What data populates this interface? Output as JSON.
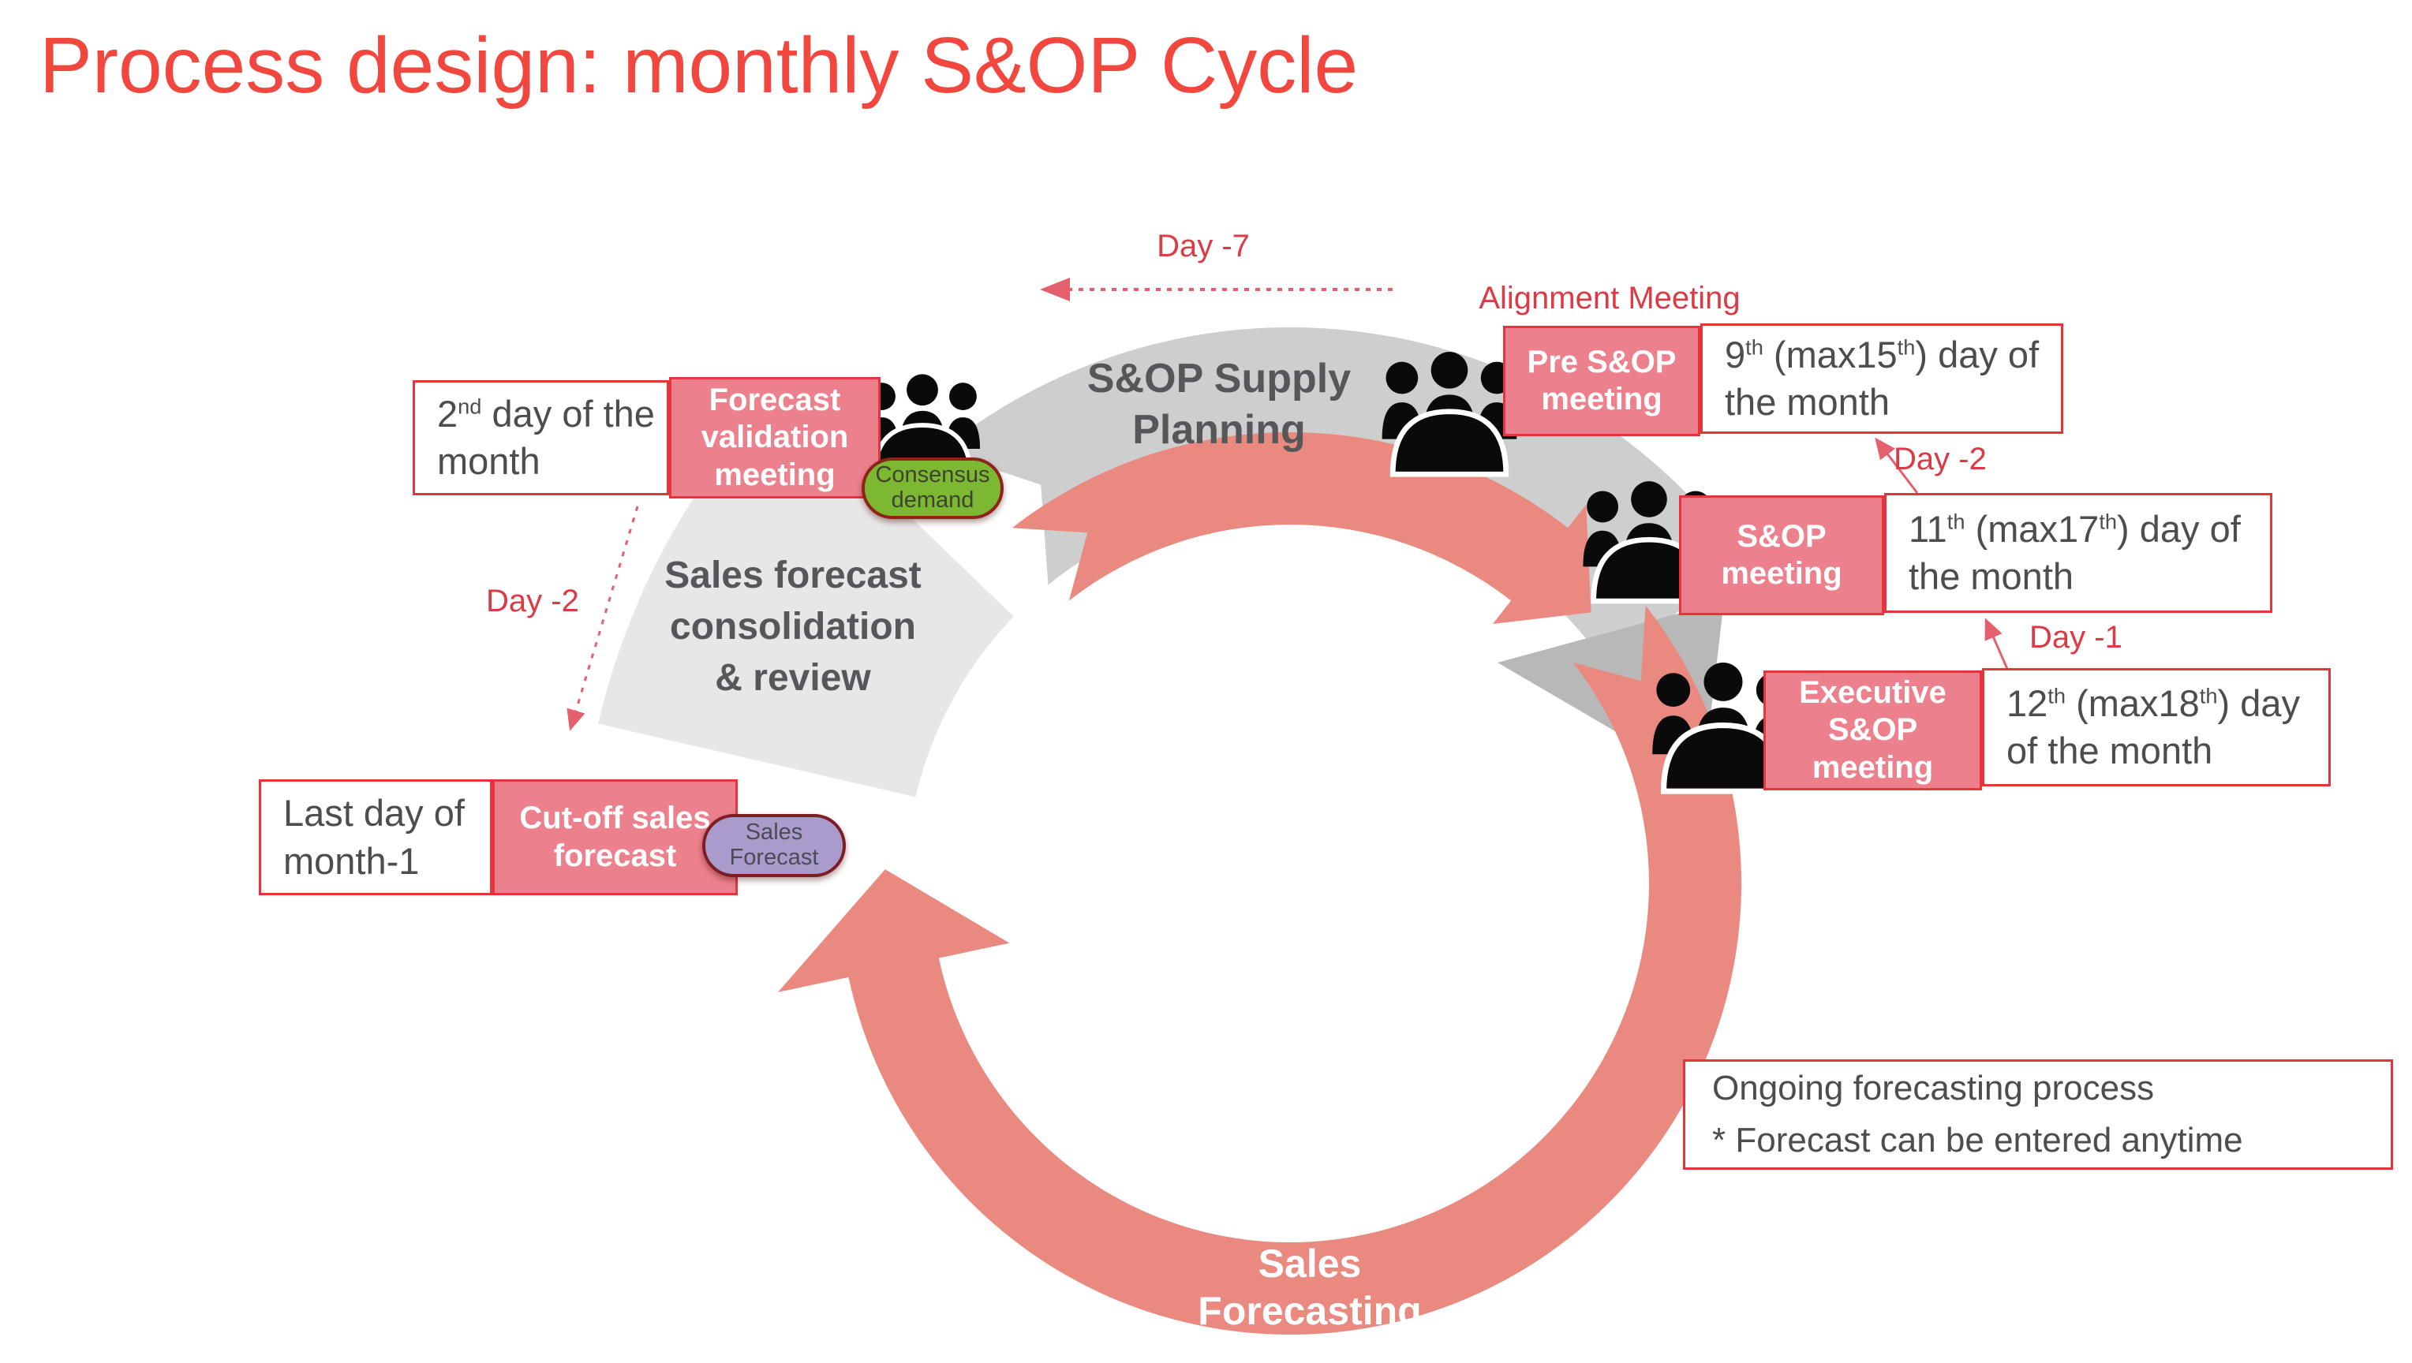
{
  "slide": {
    "title": "Process design: monthly S&OP Cycle"
  },
  "colors": {
    "title_red": "#F1473E",
    "label_red": "#DC3A45",
    "box_pink": "#EC808C",
    "box_border_red": "#E5343C",
    "white_box_text": "#4D4D4F",
    "dark_gray_text": "#57575A",
    "arc_pink": "#E9897F",
    "arc_gray": "#CFCECF",
    "arc_gray_light": "#E8E7E8",
    "arc_gray_head": "#B9B8B9",
    "green_oval": "#7CB832",
    "green_oval_border": "#8F2318",
    "purple_oval": "#A99BCB",
    "purple_oval_border": "#7E1D24",
    "arrow_pink": "#E4606E",
    "icon_black": "#0A0A0A"
  },
  "cycle": {
    "supply_planning_line1": "S&OP Supply",
    "supply_planning_line2": "Planning",
    "consolidation_line1": "Sales forecast",
    "consolidation_line2": "consolidation",
    "consolidation_line3": "& review",
    "sales_forecasting_line1": "Sales",
    "sales_forecasting_line2": "Forecasting"
  },
  "annotations": {
    "day_minus_7": "Day -7",
    "alignment_meeting": "Alignment Meeting",
    "day_minus_2_right": "Day -2",
    "day_minus_1": "Day -1",
    "day_minus_2_left": "Day -2"
  },
  "meetings": {
    "forecast_validation": "Forecast validation meeting",
    "pre_sop": "Pre S&OP meeting",
    "sop": "S&OP meeting",
    "executive_sop": "Executive S&OP meeting",
    "cutoff": "Cut-off sales forecast"
  },
  "dates": {
    "second_day": {
      "t1": "2",
      "s1": "nd",
      "t2": " day of the month"
    },
    "ninth_day": {
      "t1": "9",
      "s1": "th",
      "t2": " (max15",
      "s2": "th",
      "t3": ") day of the month"
    },
    "eleventh_day": {
      "t1": "11",
      "s1": "th",
      "t2": " (max17",
      "s2": "th",
      "t3": ") day of the month"
    },
    "twelfth_day": {
      "t1": "12",
      "s1": "th",
      "t2": " (max18",
      "s2": "th",
      "t3": ") day of the month"
    },
    "last_day": {
      "t1": "Last day of month-1"
    }
  },
  "ovals": {
    "consensus_demand": "Consensus demand",
    "sales_forecast": "Sales Forecast"
  },
  "note": {
    "line1": "Ongoing forecasting process",
    "line2": "* Forecast can be entered anytime"
  }
}
